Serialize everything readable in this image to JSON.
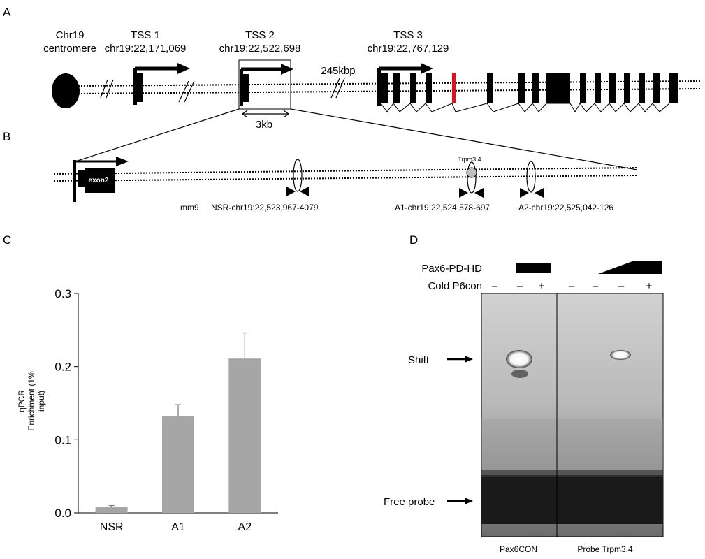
{
  "panels": {
    "a": "A",
    "b": "B",
    "c": "C",
    "d": "D"
  },
  "panel_a": {
    "centromere_line1": "Chr19",
    "centromere_line2": "centromere",
    "tss1_title": "TSS 1",
    "tss1_coord": "chr19:22,171,069",
    "tss2_title": "TSS 2",
    "tss2_coord": "chr19:22,522,698",
    "tss3_title": "TSS 3",
    "tss3_coord": "chr19:22,767,129",
    "gap_label": "245kbp",
    "scale_label": "3kb",
    "highlight_color": "#e0121b"
  },
  "panel_b": {
    "exon_label": "exon2",
    "site_label": "Trpm3.4",
    "assembly": "mm9",
    "primer_nsr": "NSR-chr19:22,523,967-4079",
    "primer_a1": "A1-chr19:22,524,578-697",
    "primer_a2": "A2-chr19:22,525,042-126"
  },
  "panel_d": {
    "protein_label": "Pax6-PD-HD",
    "competitor_label": "Cold P6con",
    "lane_marks": [
      "–",
      "–",
      "+",
      "–",
      "–",
      "–",
      "+"
    ],
    "shift_label": "Shift",
    "free_label": "Free probe",
    "group1": "Pax6CON",
    "group2": "Probe Trpm3.4"
  },
  "chart_data": {
    "type": "bar",
    "categories": [
      "NSR",
      "A1",
      "A2"
    ],
    "values": [
      0.008,
      0.132,
      0.211
    ],
    "errors": [
      0.002,
      0.016,
      0.035
    ],
    "ylabel_line1": "qPCR",
    "ylabel_line2": "Enrichment (1%",
    "ylabel_line3": "input)",
    "ylim": [
      0,
      0.3
    ],
    "yticks": [
      "0.0",
      "0.1",
      "0.2",
      "0.3"
    ],
    "bar_color": "#a6a6a6"
  }
}
